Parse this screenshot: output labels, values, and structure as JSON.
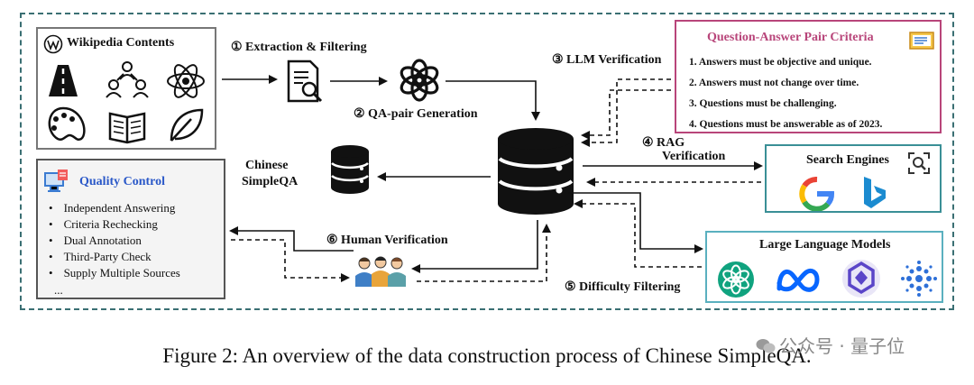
{
  "wiki": {
    "title": "Wikipedia Contents"
  },
  "steps": {
    "s1": "① Extraction & Filtering",
    "s2": "② QA-pair Generation",
    "s3": "③ LLM Verification",
    "s4_a": "④ RAG",
    "s4_b": "Verification",
    "s5": "⑤ Difficulty Filtering",
    "s6": "⑥ Human Verification"
  },
  "dataset": {
    "line1": "Chinese",
    "line2": "SimpleQA"
  },
  "criteria": {
    "title": "Question-Answer Pair Criteria",
    "items": [
      "1.   Answers must be objective and unique.",
      "2.   Answers must not change over time.",
      "3.   Questions must be challenging.",
      "4.   Questions must be answerable as of 2023."
    ]
  },
  "search": {
    "title": "Search Engines"
  },
  "llms": {
    "title": "Large Language Models"
  },
  "quality": {
    "title": "Quality Control",
    "items": [
      "Independent Answering",
      "Criteria Rechecking",
      "Dual Annotation",
      "Third-Party Check",
      "Supply Multiple Sources"
    ],
    "more": "..."
  },
  "caption": "Figure 2: An overview of the data construction process of Chinese SimpleQA.",
  "watermark": "公众号 · 量子位"
}
